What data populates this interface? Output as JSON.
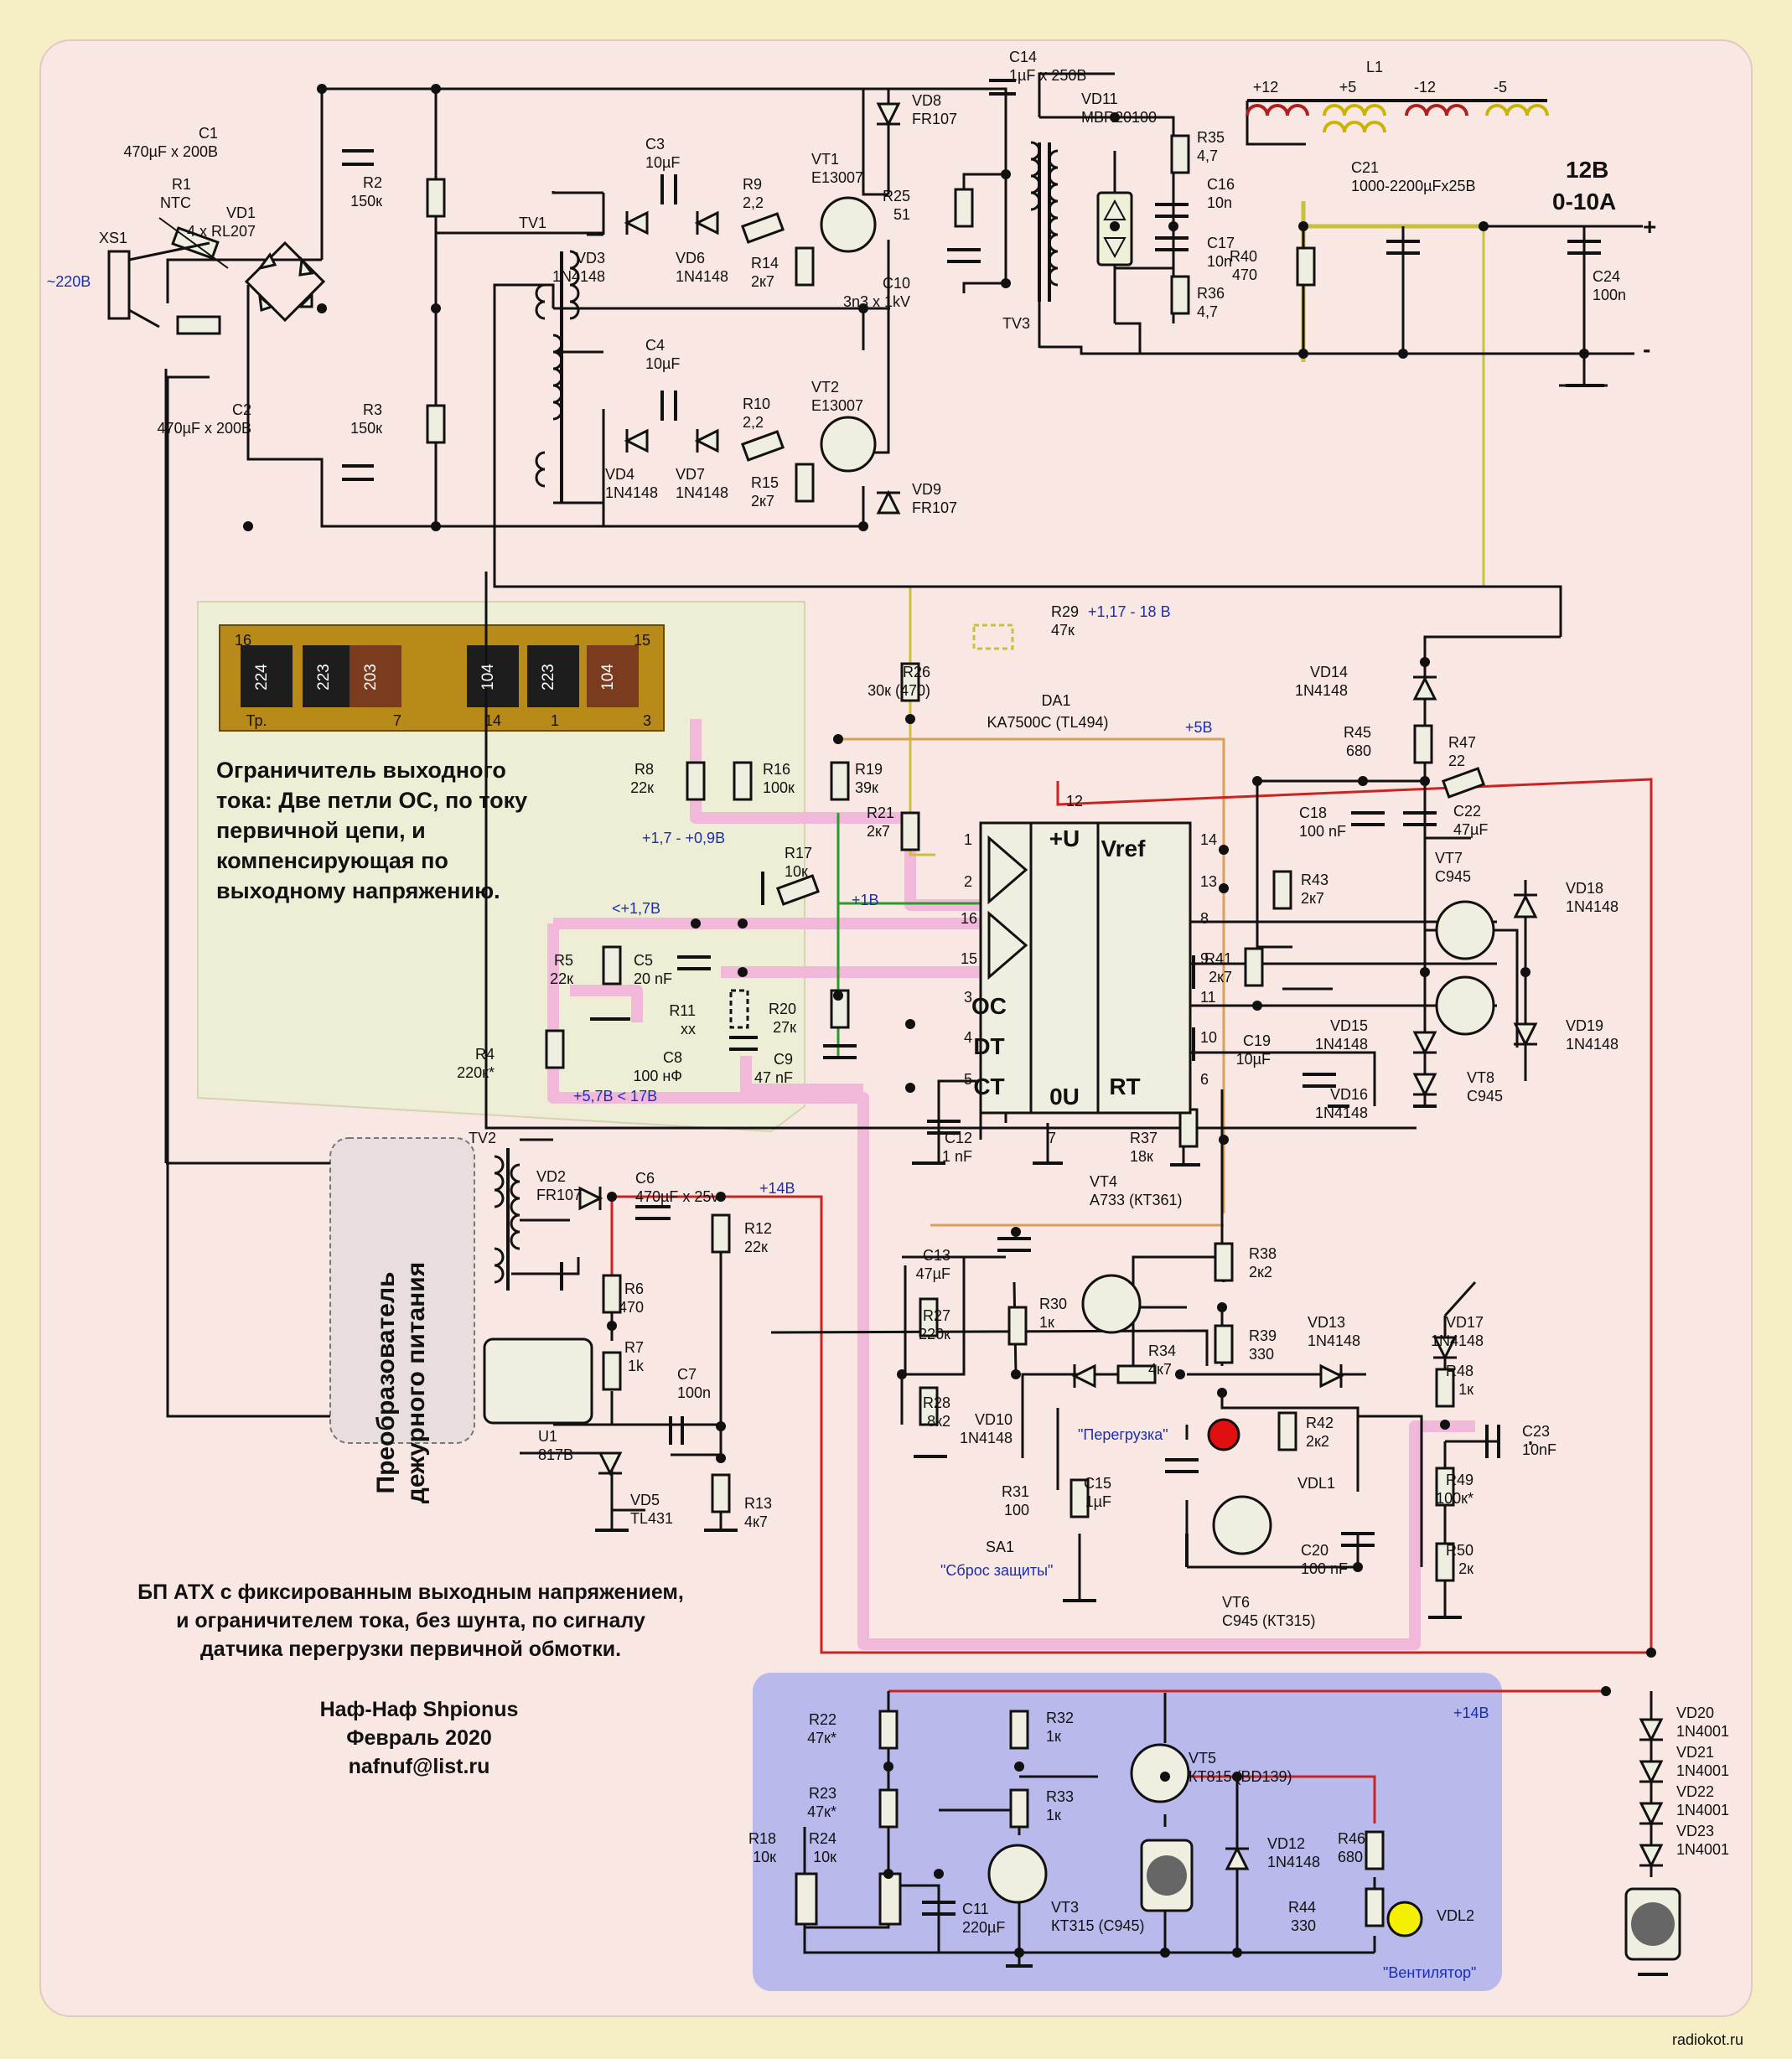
{
  "header": {
    "input_label": "~220В",
    "xs1": "XS1",
    "out_voltage": "12В",
    "out_current": "0-10А",
    "plus": "+",
    "minus": "-"
  },
  "notes": {
    "limiter": [
      "Ограничитель выходного",
      "тока: Две петли ОС, по току",
      "первичной цепи, и",
      "компенсирующая по",
      "выходному напряжению."
    ],
    "title": [
      "БП АТХ с фиксированным выходным напряжением,",
      "и ограничителем тока, без шунта, по сигналу",
      "датчика перегрузки первичной обмотки."
    ],
    "author": [
      "Наф-Наф Shpionus",
      "Февраль 2020",
      "nafnuf@list.ru"
    ],
    "standby": [
      "Преобразователь",
      "дежурного питания"
    ]
  },
  "smd": {
    "pin16": "16",
    "pin15": "15",
    "codes": [
      "224",
      "223",
      "203",
      "104",
      "223",
      "104"
    ],
    "bottom": [
      "Тр.",
      "7",
      "14",
      "1",
      "3"
    ]
  },
  "voltage_notes": {
    "r29": "+1,17 - 18 В",
    "plus5": "+5В",
    "r16_range": "+1,7 - +0,9В",
    "plus1": "+1В",
    "lt17": "<+1,7В",
    "range57": "+5,7В < 17В",
    "plus14a": "+14В",
    "plus14b": "+14В",
    "overload": "\"Перегрузка\"",
    "reset": "\"Сброс защиты\"",
    "fan": "\"Вентилятор\""
  },
  "ic": {
    "name": "DA1",
    "part": "KA7500C (TL494)",
    "pins": {
      "p1": "1",
      "p2": "2",
      "p16": "16",
      "p15": "15",
      "p3": "3",
      "p4": "4",
      "p5": "5",
      "p12": "12",
      "p7": "7",
      "p14": "14",
      "p13": "13",
      "p8": "8",
      "p9": "9",
      "p11": "11",
      "p10": "10",
      "p6": "6"
    },
    "labels": {
      "u": "+U",
      "vref": "Vref",
      "oc": "OC",
      "dt": "DT",
      "ct": "CT",
      "ou": "0U",
      "rt": "RT"
    }
  },
  "l1_taps": [
    "+12",
    "+5",
    "-12",
    "-5"
  ],
  "components": [
    {
      "id": "C1",
      "value": "470µF x 200В"
    },
    {
      "id": "R1",
      "value": "NTC"
    },
    {
      "id": "VD1",
      "value": "4 x RL207"
    },
    {
      "id": "C2",
      "value": "470µF x 200В"
    },
    {
      "id": "R2",
      "value": "150к"
    },
    {
      "id": "R3",
      "value": "150к"
    },
    {
      "id": "TV1",
      "value": ""
    },
    {
      "id": "C3",
      "value": "10µF"
    },
    {
      "id": "VD3",
      "value": "1N4148"
    },
    {
      "id": "VD6",
      "value": "1N4148"
    },
    {
      "id": "R9",
      "value": "2,2"
    },
    {
      "id": "R14",
      "value": "2к7"
    },
    {
      "id": "VT1",
      "value": "E13007"
    },
    {
      "id": "C4",
      "value": "10µF"
    },
    {
      "id": "VD4",
      "value": "1N4148"
    },
    {
      "id": "VD7",
      "value": "1N4148"
    },
    {
      "id": "R10",
      "value": "2,2"
    },
    {
      "id": "R15",
      "value": "2к7"
    },
    {
      "id": "VT2",
      "value": "E13007"
    },
    {
      "id": "VD8",
      "value": "FR107"
    },
    {
      "id": "VD9",
      "value": "FR107"
    },
    {
      "id": "C14",
      "value": "1µF x 250В"
    },
    {
      "id": "R25",
      "value": "51"
    },
    {
      "id": "C10",
      "value": "3n3 x 1kV"
    },
    {
      "id": "TV3",
      "value": ""
    },
    {
      "id": "VD11",
      "value": "MBR20100"
    },
    {
      "id": "R35",
      "value": "4,7"
    },
    {
      "id": "C16",
      "value": "10n"
    },
    {
      "id": "C17",
      "value": "10n"
    },
    {
      "id": "R36",
      "value": "4,7"
    },
    {
      "id": "L1",
      "value": ""
    },
    {
      "id": "C21",
      "value": "1000-2200µFx25В"
    },
    {
      "id": "R40",
      "value": "470"
    },
    {
      "id": "C24",
      "value": "100n"
    },
    {
      "id": "R29",
      "value": "47к"
    },
    {
      "id": "R26",
      "value": "30к (470)"
    },
    {
      "id": "VD14",
      "value": "1N4148"
    },
    {
      "id": "R45",
      "value": "680"
    },
    {
      "id": "R47",
      "value": "22"
    },
    {
      "id": "C18",
      "value": "100 nF"
    },
    {
      "id": "C22",
      "value": "47µF"
    },
    {
      "id": "R8",
      "value": "22к"
    },
    {
      "id": "R16",
      "value": "100к"
    },
    {
      "id": "R19",
      "value": "39к"
    },
    {
      "id": "R21",
      "value": "2к7"
    },
    {
      "id": "R17",
      "value": "10к"
    },
    {
      "id": "R43",
      "value": "2к7"
    },
    {
      "id": "VT7",
      "value": "C945"
    },
    {
      "id": "VD18",
      "value": "1N4148"
    },
    {
      "id": "R5",
      "value": "22к"
    },
    {
      "id": "C5",
      "value": "20 nF"
    },
    {
      "id": "R11",
      "value": "xx"
    },
    {
      "id": "R4",
      "value": "220к*"
    },
    {
      "id": "C8",
      "value": "100 нФ"
    },
    {
      "id": "R20",
      "value": "27к"
    },
    {
      "id": "C9",
      "value": "47 nF"
    },
    {
      "id": "R41",
      "value": "2к7"
    },
    {
      "id": "C19",
      "value": "10µF"
    },
    {
      "id": "VD15",
      "value": "1N4148"
    },
    {
      "id": "VD16",
      "value": "1N4148"
    },
    {
      "id": "VT8",
      "value": "C945"
    },
    {
      "id": "VD19",
      "value": "1N4148"
    },
    {
      "id": "C12",
      "value": "1 nF"
    },
    {
      "id": "R37",
      "value": "18к"
    },
    {
      "id": "TV2",
      "value": ""
    },
    {
      "id": "VD2",
      "value": "FR107"
    },
    {
      "id": "C6",
      "value": "470µF x 25v"
    },
    {
      "id": "R12",
      "value": "22к"
    },
    {
      "id": "R6",
      "value": "470"
    },
    {
      "id": "R7",
      "value": "1k"
    },
    {
      "id": "C7",
      "value": "100n"
    },
    {
      "id": "U1",
      "value": "817В"
    },
    {
      "id": "VD5",
      "value": "TL431"
    },
    {
      "id": "R13",
      "value": "4к7"
    },
    {
      "id": "VT4",
      "value": "A733 (КТ361)"
    },
    {
      "id": "C13",
      "value": "47µF"
    },
    {
      "id": "R27",
      "value": "220к"
    },
    {
      "id": "R30",
      "value": "1к"
    },
    {
      "id": "R28",
      "value": "8к2"
    },
    {
      "id": "VD10",
      "value": "1N4148"
    },
    {
      "id": "R34",
      "value": "4к7"
    },
    {
      "id": "R38",
      "value": "2к2"
    },
    {
      "id": "R39",
      "value": "330"
    },
    {
      "id": "VD13",
      "value": "1N4148"
    },
    {
      "id": "R42",
      "value": "2к2"
    },
    {
      "id": "VDL1",
      "value": ""
    },
    {
      "id": "C15",
      "value": "1µF"
    },
    {
      "id": "R31",
      "value": "100"
    },
    {
      "id": "SA1",
      "value": ""
    },
    {
      "id": "VT6",
      "value": "C945 (КТ315)"
    },
    {
      "id": "C20",
      "value": "100 nF"
    },
    {
      "id": "VD17",
      "value": "1N4148"
    },
    {
      "id": "R48",
      "value": "1к"
    },
    {
      "id": "C23",
      "value": "10nF"
    },
    {
      "id": "R49",
      "value": "100к*"
    },
    {
      "id": "R50",
      "value": "2к"
    },
    {
      "id": "R22",
      "value": "47к*"
    },
    {
      "id": "R23",
      "value": "47к*"
    },
    {
      "id": "R18",
      "value": "10к"
    },
    {
      "id": "R24",
      "value": "10к"
    },
    {
      "id": "C11",
      "value": "220µF"
    },
    {
      "id": "VT3",
      "value": "КТ315 (C945)"
    },
    {
      "id": "R32",
      "value": "1к"
    },
    {
      "id": "R33",
      "value": "1к"
    },
    {
      "id": "VT5",
      "value": "КТ815 (BD139)"
    },
    {
      "id": "VD12",
      "value": "1N4148"
    },
    {
      "id": "R46",
      "value": "680"
    },
    {
      "id": "R44",
      "value": "330"
    },
    {
      "id": "VDL2",
      "value": ""
    },
    {
      "id": "VD20",
      "value": "1N4001"
    },
    {
      "id": "VD21",
      "value": "1N4001"
    },
    {
      "id": "VD22",
      "value": "1N4001"
    },
    {
      "id": "VD23",
      "value": "1N4001"
    }
  ],
  "watermark": "radiokot.ru",
  "colors": {
    "background": "#f6efc6",
    "panel": "#f9e7e3",
    "blue_panel": "#b9b9ec",
    "green_panel": "#eeeed6",
    "pink_path": "#f1b8da",
    "wire": "#111111",
    "red_wire": "#cc2222",
    "orange_wire": "#d8a05a",
    "yellow_wire": "#c9c13a",
    "green_wire": "#2a9a2a",
    "led_red": "#e01010",
    "led_yellow": "#f5f000",
    "label_blue": "#1a2fb0"
  }
}
